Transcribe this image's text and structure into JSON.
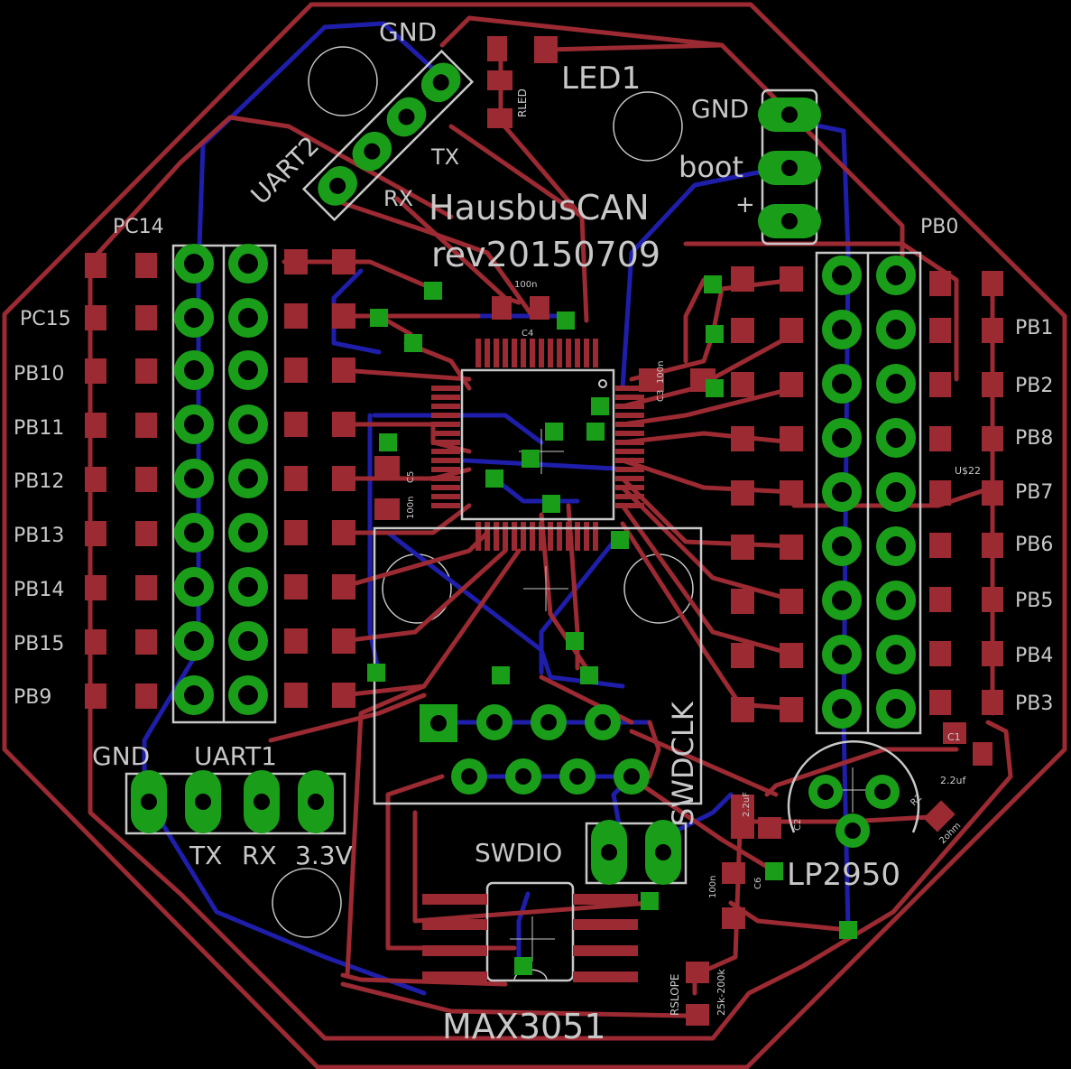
{
  "board": {
    "title": "HausbusCAN",
    "revision": "rev20150709",
    "colors": {
      "background": "#000000",
      "top_copper": "#9b2a32",
      "bottom_copper": "#1e1eaa",
      "pad": "#1a9e1a",
      "silkscreen": "#c8c8c8"
    }
  },
  "labels": {
    "uart2": "UART2",
    "uart2_gnd": "GND",
    "uart2_tx": "TX",
    "uart2_rx": "RX",
    "led1": "LED1",
    "rled": "RLED",
    "gnd_right": "GND",
    "boot": "boot",
    "plus": "+",
    "pc14": "PC14",
    "pb0": "PB0",
    "u22": "U$22",
    "c4": "C4",
    "c4_value": "100n",
    "c3": "C3",
    "c3_value": "100n",
    "c5": "C5",
    "c5_value": "100n",
    "c1": "C1",
    "c1_value": "2.2uf",
    "c2": "C2",
    "c2_value": "2.2uF",
    "c6": "C6",
    "c6_value": "100n",
    "r2": "R2",
    "r2_value": "2ohm",
    "swdclk": "SWDCLK",
    "swdio": "SWDIO",
    "lp2950": "LP2950",
    "max3051": "MAX3051",
    "rslope": "RSLOPE",
    "rslope_value": "25k-200k",
    "uart1": "UART1",
    "uart1_gnd": "GND",
    "uart1_tx": "TX",
    "uart1_rx": "RX",
    "uart1_vcc": "3.3V"
  },
  "left_pins": [
    "PC15",
    "PB10",
    "PB11",
    "PB12",
    "PB13",
    "PB14",
    "PB15",
    "PB9"
  ],
  "right_pins": [
    "PB1",
    "PB2",
    "PB8",
    "PB7",
    "PB6",
    "PB5",
    "PB4",
    "PB3"
  ]
}
